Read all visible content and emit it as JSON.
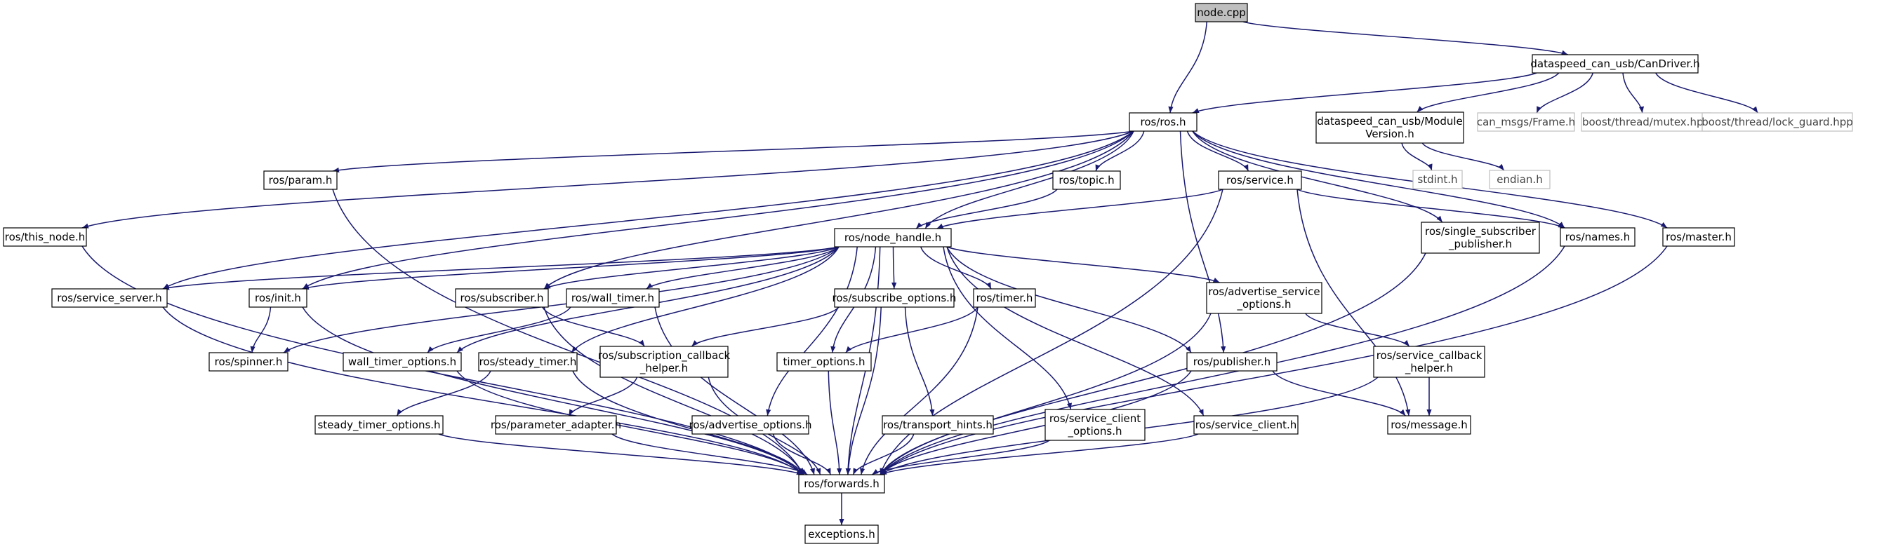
{
  "nodes": [
    {
      "id": "node_cpp",
      "lines": [
        "node.cpp"
      ],
      "kind": "root"
    },
    {
      "id": "candriver",
      "lines": [
        "dataspeed_can_usb/CanDriver.h"
      ],
      "kind": "normal"
    },
    {
      "id": "ros_h",
      "lines": [
        "ros/ros.h"
      ],
      "kind": "normal"
    },
    {
      "id": "modver",
      "lines": [
        "dataspeed_can_usb/Module",
        "Version.h"
      ],
      "kind": "normal"
    },
    {
      "id": "frame",
      "lines": [
        "can_msgs/Frame.h"
      ],
      "kind": "external"
    },
    {
      "id": "mutex",
      "lines": [
        "boost/thread/mutex.hpp"
      ],
      "kind": "external"
    },
    {
      "id": "lockguard",
      "lines": [
        "boost/thread/lock_guard.hpp"
      ],
      "kind": "external"
    },
    {
      "id": "stdint",
      "lines": [
        "stdint.h"
      ],
      "kind": "external"
    },
    {
      "id": "endian",
      "lines": [
        "endian.h"
      ],
      "kind": "external"
    },
    {
      "id": "param",
      "lines": [
        "ros/param.h"
      ],
      "kind": "normal"
    },
    {
      "id": "topic",
      "lines": [
        "ros/topic.h"
      ],
      "kind": "normal"
    },
    {
      "id": "service",
      "lines": [
        "ros/service.h"
      ],
      "kind": "normal"
    },
    {
      "id": "thisnode",
      "lines": [
        "ros/this_node.h"
      ],
      "kind": "normal"
    },
    {
      "id": "nodehandle",
      "lines": [
        "ros/node_handle.h"
      ],
      "kind": "normal"
    },
    {
      "id": "singlesub",
      "lines": [
        "ros/single_subscriber",
        "_publisher.h"
      ],
      "kind": "normal"
    },
    {
      "id": "names",
      "lines": [
        "ros/names.h"
      ],
      "kind": "normal"
    },
    {
      "id": "master",
      "lines": [
        "ros/master.h"
      ],
      "kind": "normal"
    },
    {
      "id": "srvserver",
      "lines": [
        "ros/service_server.h"
      ],
      "kind": "normal"
    },
    {
      "id": "init",
      "lines": [
        "ros/init.h"
      ],
      "kind": "normal"
    },
    {
      "id": "subscriber",
      "lines": [
        "ros/subscriber.h"
      ],
      "kind": "normal"
    },
    {
      "id": "walltimer",
      "lines": [
        "ros/wall_timer.h"
      ],
      "kind": "normal"
    },
    {
      "id": "subopts",
      "lines": [
        "ros/subscribe_options.h"
      ],
      "kind": "normal"
    },
    {
      "id": "timer",
      "lines": [
        "ros/timer.h"
      ],
      "kind": "normal"
    },
    {
      "id": "advsrvopts",
      "lines": [
        "ros/advertise_service",
        "_options.h"
      ],
      "kind": "normal"
    },
    {
      "id": "spinner",
      "lines": [
        "ros/spinner.h"
      ],
      "kind": "normal"
    },
    {
      "id": "walltimeropts",
      "lines": [
        "wall_timer_options.h"
      ],
      "kind": "normal"
    },
    {
      "id": "steadytimer",
      "lines": [
        "ros/steady_timer.h"
      ],
      "kind": "normal"
    },
    {
      "id": "subcbhelper",
      "lines": [
        "ros/subscription_callback",
        "_helper.h"
      ],
      "kind": "normal"
    },
    {
      "id": "timeropts",
      "lines": [
        "timer_options.h"
      ],
      "kind": "normal"
    },
    {
      "id": "publisher",
      "lines": [
        "ros/publisher.h"
      ],
      "kind": "normal"
    },
    {
      "id": "srvcbhelper",
      "lines": [
        "ros/service_callback",
        "_helper.h"
      ],
      "kind": "normal"
    },
    {
      "id": "steadytimeropts",
      "lines": [
        "steady_timer_options.h"
      ],
      "kind": "normal"
    },
    {
      "id": "paramadapter",
      "lines": [
        "ros/parameter_adapter.h"
      ],
      "kind": "normal"
    },
    {
      "id": "advopts",
      "lines": [
        "ros/advertise_options.h"
      ],
      "kind": "normal"
    },
    {
      "id": "transport",
      "lines": [
        "ros/transport_hints.h"
      ],
      "kind": "normal"
    },
    {
      "id": "srvclientopts",
      "lines": [
        "ros/service_client",
        "_options.h"
      ],
      "kind": "normal"
    },
    {
      "id": "srvclient",
      "lines": [
        "ros/service_client.h"
      ],
      "kind": "normal"
    },
    {
      "id": "message",
      "lines": [
        "ros/message.h"
      ],
      "kind": "normal"
    },
    {
      "id": "forwards",
      "lines": [
        "ros/forwards.h"
      ],
      "kind": "normal"
    },
    {
      "id": "exceptions",
      "lines": [
        "exceptions.h"
      ],
      "kind": "normal"
    }
  ],
  "edges": [
    [
      "node_cpp",
      "candriver"
    ],
    [
      "node_cpp",
      "ros_h"
    ],
    [
      "candriver",
      "ros_h"
    ],
    [
      "candriver",
      "modver"
    ],
    [
      "candriver",
      "frame"
    ],
    [
      "candriver",
      "mutex"
    ],
    [
      "candriver",
      "lockguard"
    ],
    [
      "modver",
      "stdint"
    ],
    [
      "modver",
      "endian"
    ],
    [
      "ros_h",
      "thisnode"
    ],
    [
      "ros_h",
      "srvserver"
    ],
    [
      "ros_h",
      "param"
    ],
    [
      "ros_h",
      "init"
    ],
    [
      "ros_h",
      "subscriber"
    ],
    [
      "ros_h",
      "nodehandle"
    ],
    [
      "ros_h",
      "topic"
    ],
    [
      "ros_h",
      "service"
    ],
    [
      "ros_h",
      "publisher"
    ],
    [
      "ros_h",
      "singlesub"
    ],
    [
      "ros_h",
      "names"
    ],
    [
      "ros_h",
      "master"
    ],
    [
      "param",
      "forwards"
    ],
    [
      "topic",
      "nodehandle"
    ],
    [
      "service",
      "nodehandle"
    ],
    [
      "service",
      "names"
    ],
    [
      "service",
      "message"
    ],
    [
      "service",
      "forwards"
    ],
    [
      "thisnode",
      "forwards"
    ],
    [
      "singlesub",
      "forwards"
    ],
    [
      "names",
      "forwards"
    ],
    [
      "master",
      "forwards"
    ],
    [
      "nodehandle",
      "srvserver"
    ],
    [
      "nodehandle",
      "init"
    ],
    [
      "nodehandle",
      "spinner"
    ],
    [
      "nodehandle",
      "subscriber"
    ],
    [
      "nodehandle",
      "walltimer"
    ],
    [
      "nodehandle",
      "walltimeropts"
    ],
    [
      "nodehandle",
      "steadytimer"
    ],
    [
      "nodehandle",
      "subopts"
    ],
    [
      "nodehandle",
      "timeropts"
    ],
    [
      "nodehandle",
      "advopts"
    ],
    [
      "nodehandle",
      "timer"
    ],
    [
      "nodehandle",
      "srvclientopts"
    ],
    [
      "nodehandle",
      "forwards"
    ],
    [
      "nodehandle",
      "srvclient"
    ],
    [
      "nodehandle",
      "publisher"
    ],
    [
      "nodehandle",
      "advsrvopts"
    ],
    [
      "srvserver",
      "forwards"
    ],
    [
      "init",
      "spinner"
    ],
    [
      "init",
      "forwards"
    ],
    [
      "subscriber",
      "subcbhelper"
    ],
    [
      "subscriber",
      "forwards"
    ],
    [
      "walltimer",
      "walltimeropts"
    ],
    [
      "walltimer",
      "forwards"
    ],
    [
      "subopts",
      "subcbhelper"
    ],
    [
      "subopts",
      "transport"
    ],
    [
      "subopts",
      "forwards"
    ],
    [
      "timer",
      "timeropts"
    ],
    [
      "timer",
      "forwards"
    ],
    [
      "advsrvopts",
      "srvcbhelper"
    ],
    [
      "advsrvopts",
      "forwards"
    ],
    [
      "walltimeropts",
      "forwards"
    ],
    [
      "steadytimer",
      "steadytimeropts"
    ],
    [
      "steadytimer",
      "forwards"
    ],
    [
      "subcbhelper",
      "paramadapter"
    ],
    [
      "subcbhelper",
      "forwards"
    ],
    [
      "timeropts",
      "forwards"
    ],
    [
      "publisher",
      "message"
    ],
    [
      "publisher",
      "forwards"
    ],
    [
      "srvcbhelper",
      "message"
    ],
    [
      "srvcbhelper",
      "forwards"
    ],
    [
      "steadytimeropts",
      "forwards"
    ],
    [
      "paramadapter",
      "forwards"
    ],
    [
      "advopts",
      "forwards"
    ],
    [
      "transport",
      "forwards"
    ],
    [
      "srvclientopts",
      "forwards"
    ],
    [
      "srvclient",
      "forwards"
    ],
    [
      "forwards",
      "exceptions"
    ]
  ],
  "colors": {
    "edge": "#191970",
    "node_border": "#000000",
    "external_border": "#bfbfbf",
    "root_fill": "#bfbfbf"
  }
}
